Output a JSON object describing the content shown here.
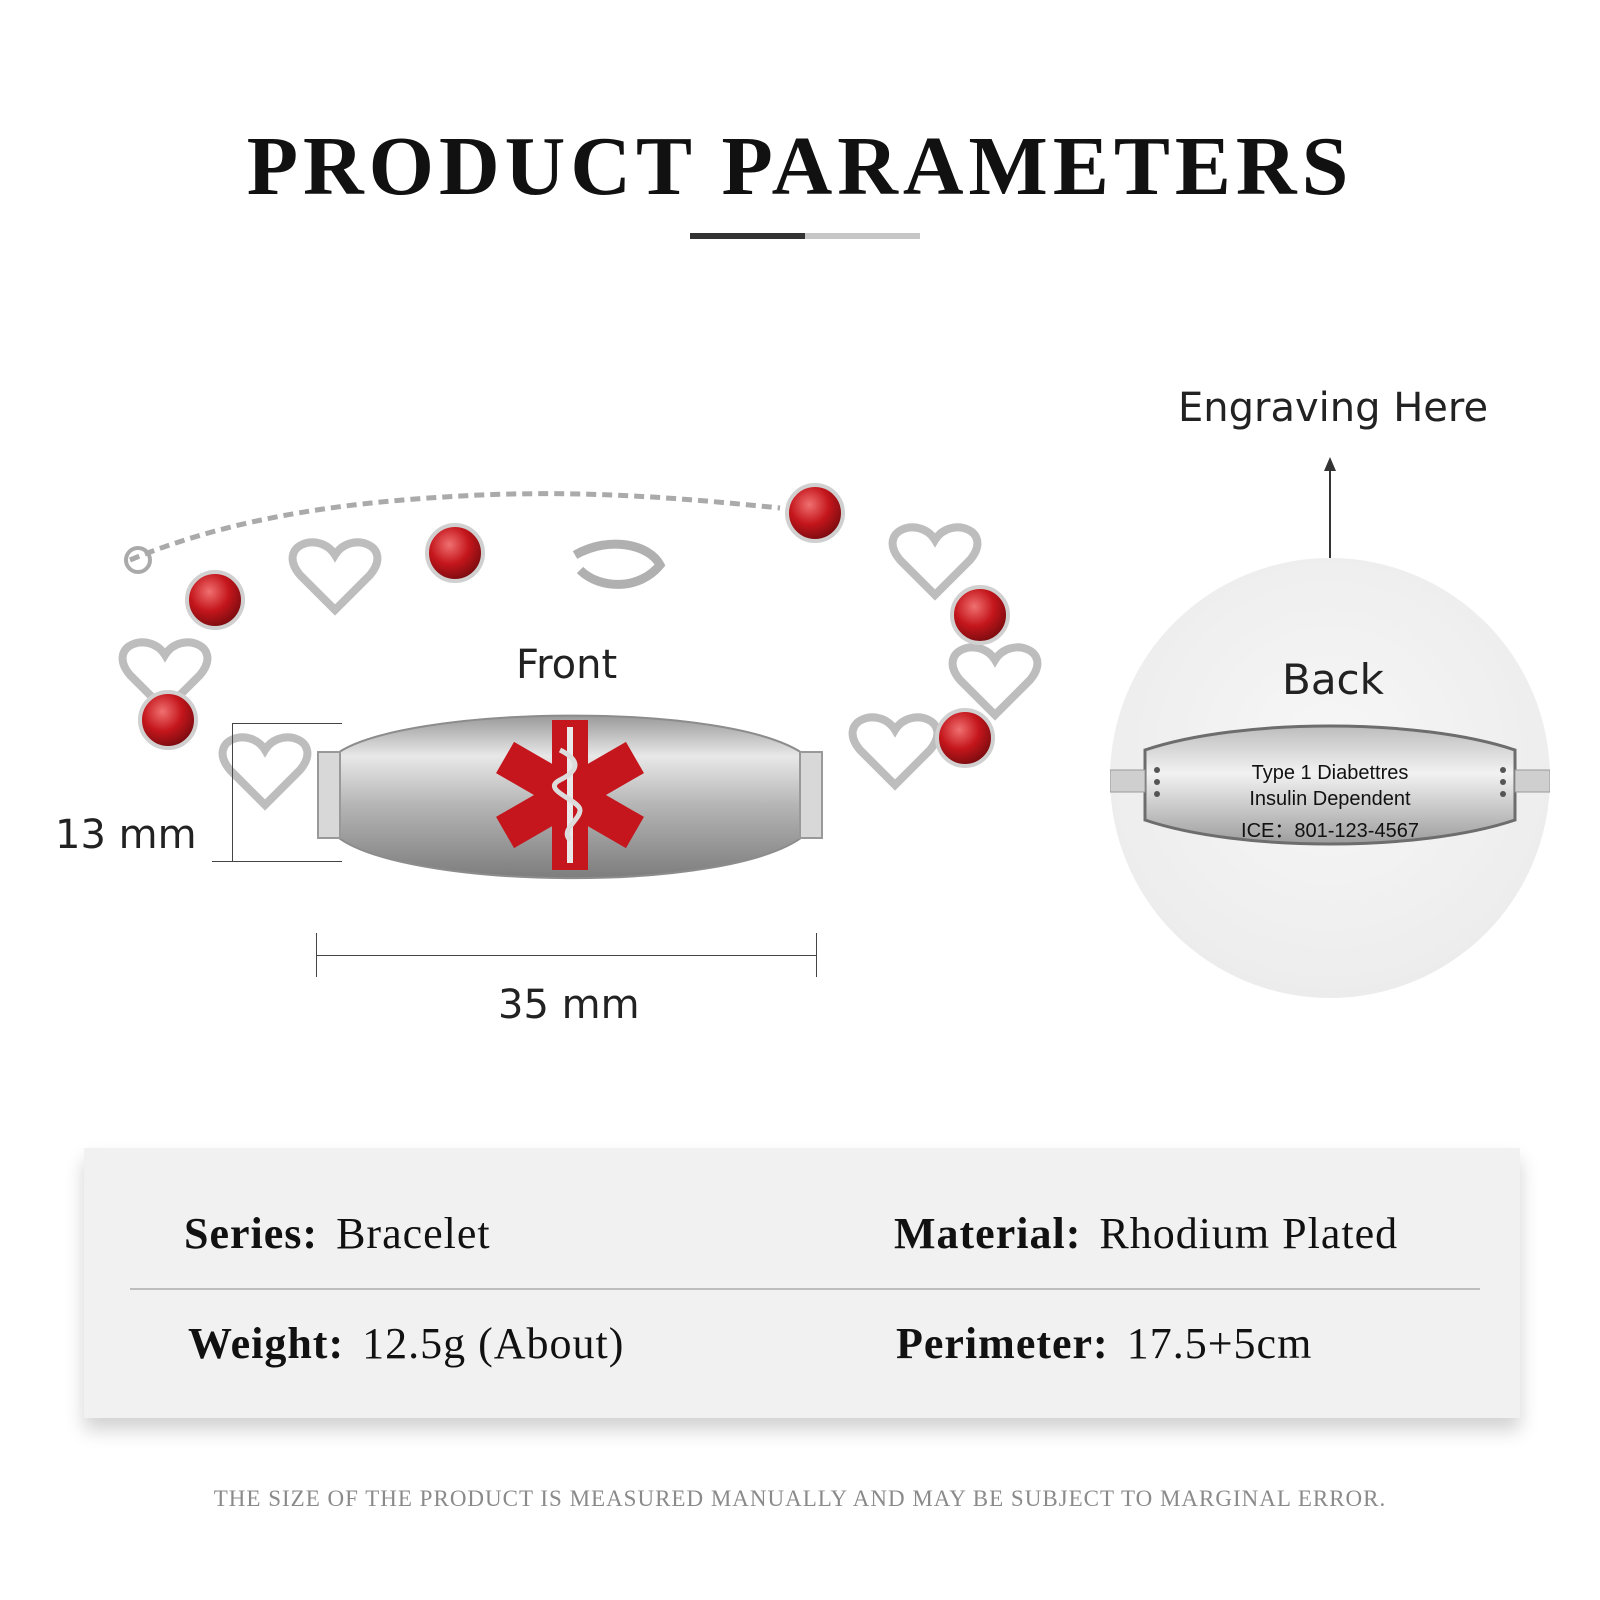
{
  "title": "PRODUCT PARAMETERS",
  "front": {
    "label": "Front",
    "height_dimension": "13 mm",
    "width_dimension": "35 mm"
  },
  "back": {
    "engraving_label": "Engraving Here",
    "label": "Back",
    "engraving_lines": [
      "Type 1 Diabettres",
      "Insulin Dependent",
      "ICE：801-123-4567"
    ]
  },
  "specs": {
    "series_label": "Series:",
    "series_value": "Bracelet",
    "material_label": "Material:",
    "material_value": "Rhodium Plated",
    "weight_label": "Weight:",
    "weight_value": "12.5g (About)",
    "perimeter_label": "Perimeter:",
    "perimeter_value": "17.5+5cm"
  },
  "footnote": "THE SIZE OF THE PRODUCT IS MEASURED MANUALLY AND MAY BE SUBJECT TO MARGINAL ERROR.",
  "colors": {
    "gem_red": "#c4161c",
    "silver": "#c9c9c9",
    "panel": "#f1f1f1"
  },
  "icons": {
    "medical_symbol": "star-of-life-icon",
    "arrow": "arrow-up-icon"
  }
}
